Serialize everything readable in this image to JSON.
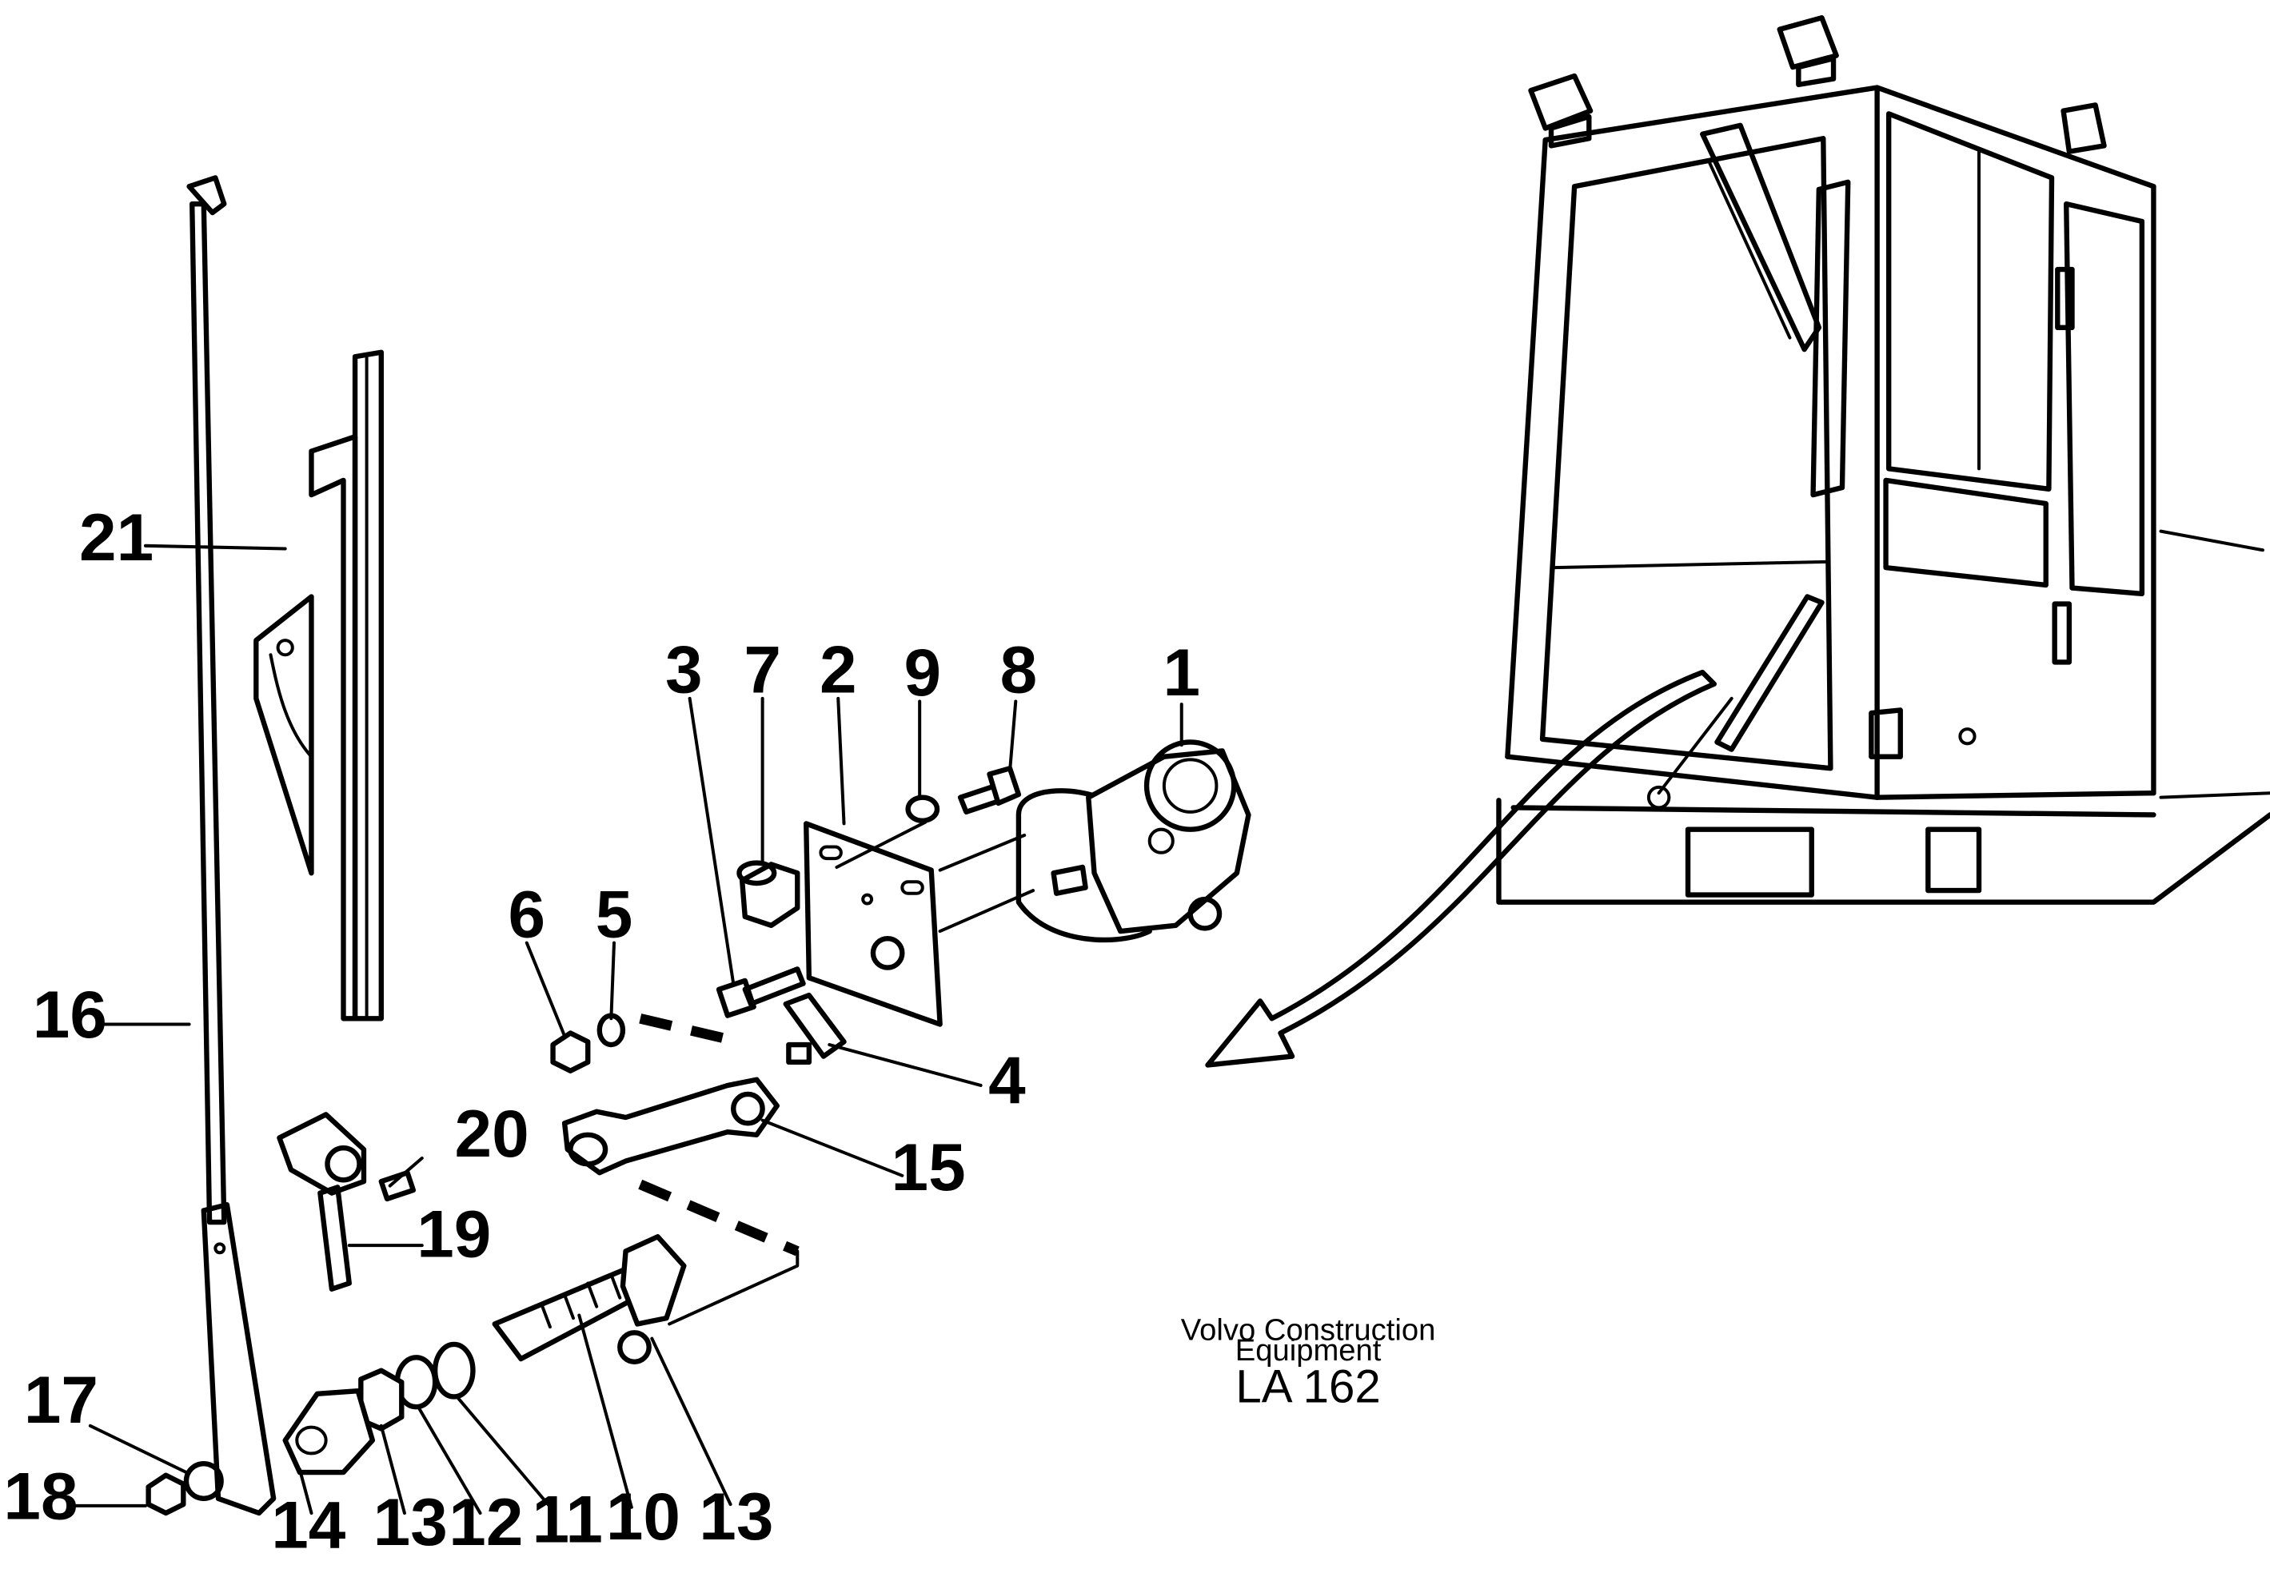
{
  "credit": {
    "line1": "Volvo Construction",
    "line2": "Equipment"
  },
  "drawing_code": "LA 162",
  "callouts": {
    "c1": "1",
    "c2": "2",
    "c3": "3",
    "c4": "4",
    "c5": "5",
    "c6": "6",
    "c7": "7",
    "c8": "8",
    "c9": "9",
    "c10": "10",
    "c11": "11",
    "c12": "12",
    "c13a": "13",
    "c13b": "13",
    "c14": "14",
    "c15": "15",
    "c16": "16",
    "c17": "17",
    "c18": "18",
    "c19": "19",
    "c20": "20",
    "c21": "21"
  }
}
